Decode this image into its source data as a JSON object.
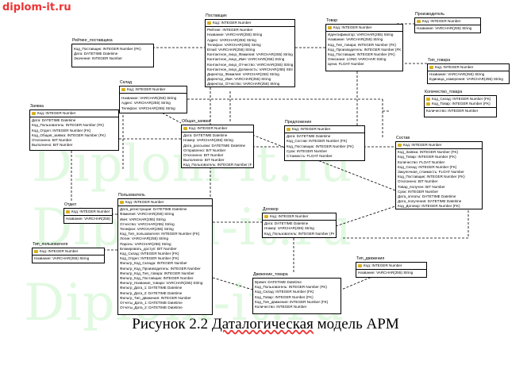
{
  "site_watermark": "diplom-it.ru",
  "background_watermark": "Diplom-it.ru",
  "caption": {
    "prefix": "Рисунок 2.2 ",
    "word": "Даталогическая",
    "suffix": " модель АРМ"
  },
  "entities": [
    {
      "id": "reiting",
      "title": "Рейтинг_поставщика",
      "pk": [],
      "attrs": [
        "Код_Поставщик: INTEGER Number (FK)",
        "Дата: DATETIME Datetime",
        "Значение: INTEGER Number"
      ]
    },
    {
      "id": "postavshik",
      "title": "Поставщик",
      "pk": [
        "Код: INTEGER Number"
      ],
      "attrs": [
        "Рейтинг: INTEGER Number",
        "Название: VARCHAR(255) String",
        "Адрес: VARCHAR(255) String",
        "Телефон: VARCHAR(255) String",
        "Email: VARCHAR(255) String",
        "Контактное_лицо_Фамилия: VARCHAR(255) String",
        "Контактное_лицо_Имя: VARCHAR(255) String",
        "Контактное_лицо_Отчество: VARCHAR(255) String",
        "Контактное_лицо_Должность: VARCHAR(255) String",
        "Директор_Фамилия: VARCHAR(255) String",
        "Директор_Имя: VARCHAR(255) String",
        "Директор_Отчество: VARCHAR(255) String"
      ]
    },
    {
      "id": "tovar",
      "title": "Товар",
      "pk": [
        "Код: INTEGER Number"
      ],
      "attrs": [
        "Идентификатор: VARCHAR(255) String",
        "Название: VARCHAR(255) String",
        "Код_Тип_товара: INTEGER Number (FK)",
        "Код_Производитель: INTEGER Number (FK)",
        "Код_Поставщик: INTEGER Number (FK)",
        "Описание: LONG VARCHAR String",
        "Цена: FLOAT Number"
      ]
    },
    {
      "id": "proizvoditel",
      "title": "Производитель",
      "pk": [
        "Код: INTEGER Number"
      ],
      "attrs": [
        "Название: VARCHAR(255) String"
      ]
    },
    {
      "id": "tip_tovara",
      "title": "Тип_товара",
      "pk": [
        "Код: INTEGER Number"
      ],
      "attrs": [
        "Название: VARCHAR(255) String",
        "Единица_измерения: VARCHAR(255) String"
      ]
    },
    {
      "id": "sklad",
      "title": "Склад",
      "pk": [
        "Код: INTEGER Number"
      ],
      "attrs": [
        "Название: VARCHAR(255) String",
        "Адрес: VARCHAR(255) String",
        "Телефон: VARCHAR(255) String"
      ]
    },
    {
      "id": "kolichestvo",
      "title": "Количество_товара",
      "pk": [
        "Код_Склад: INTEGER Number (FK)",
        "Код_Товар: INTEGER Number (FK)"
      ],
      "attrs": [
        "Количество: INTEGER Number"
      ]
    },
    {
      "id": "zayavka",
      "title": "Заявка",
      "pk": [
        "Код: INTEGER Number"
      ],
      "attrs": [
        "Дата: DATETIME Datetime",
        "Код_Пользователь: INTEGER Number (FK)",
        "Код_Отдел: INTEGER Number (FK)",
        "Код_Общая_заявка: INTEGER Number (FK)",
        "Отклонено: BIT Number",
        "Выполнено: BIT Number"
      ]
    },
    {
      "id": "obshaya",
      "title": "Общая_заявка",
      "pk": [
        "Код: INTEGER Number"
      ],
      "attrs": [
        "Дата: DATETIME Datetime",
        "Номер: VARCHAR(255) String",
        "Дата_рассылки: DATETIME Datetime",
        "Отправлено: BIT Number",
        "Отклонено: BIT Number",
        "Выполнено: BIT Number",
        "Код_Пользователь: INTEGER Number (FK)"
      ]
    },
    {
      "id": "predlozhenie",
      "title": "Предложение",
      "pk": [
        "Код: INTEGER Number"
      ],
      "attrs": [
        "Дата: DATETIME Datetime",
        "Код_Состав: INTEGER Number (FK)",
        "Код_Поставщик: INTEGER Number (FK)",
        "Срок: INTEGER Number",
        "Стоимость: FLOAT Number"
      ]
    },
    {
      "id": "sostav",
      "title": "Состав",
      "pk": [
        "Код: INTEGER Number"
      ],
      "attrs": [
        "Код_Заявка: INTEGER Number (FK)",
        "Код_Товар: INTEGER Number (FK)",
        "Количество: FLOAT Number",
        "Код_Склад: INTEGER Number (FK)",
        "Закупочная_стоимость: FLOAT Number",
        "Код_Поставщик: INTEGER Number (FK)",
        "Отклонено: BIT Number",
        "Товар_получен: BIT Number",
        "Срок: INTEGER Number",
        "Дата_оплаты: DATETIME Datetime",
        "Дата_получения: DATETIME Datetime",
        "Код_Договор: INTEGER Number (FK)"
      ]
    },
    {
      "id": "otdel",
      "title": "Отдел",
      "pk": [
        "Код: INTEGER Number"
      ],
      "attrs": [
        "Название: VARCHAR(255) String"
      ]
    },
    {
      "id": "polzovatel",
      "title": "Пользователь",
      "pk": [
        "Код: INTEGER Number"
      ],
      "attrs": [
        "Дата_регистрации: DATETIME Datetime",
        "Фамилия: VARCHAR(255) String",
        "Имя: VARCHAR(255) String",
        "Отчество: VARCHAR(255) String",
        "Телефон: VARCHAR(255) String",
        "Код_Тип_пользователя: INTEGER Number (FK)",
        "Логин: VARCHAR(255) String",
        "Пароль: VARCHAR(255) String",
        "Блокировать_доступ: BIT Number",
        "Код_Склад: INTEGER Number (FK)",
        "Код_Отдел: INTEGER Number (FK)",
        "Фильтр_Код_Склада: INTEGER Number",
        "Фильтр_Код_Производитель: INTEGER Number",
        "Фильтр_Код_Тип_товара: INTEGER Number",
        "Фильтр_Код_Поставщик: INTEGER Number",
        "Фильтр_Название_товара: VARCHAR(255) String",
        "Фильтр_Дата_1: DATETIME Datetime",
        "Фильтр_Дата_2: DATETIME Datetime",
        "Фильтр_Тип_движения: INTEGER Number",
        "Отчеты_Дата_1: DATETIME Datetime",
        "Отчеты_Дата_2: DATETIME Datetime"
      ]
    },
    {
      "id": "tip_polz",
      "title": "Тип_пользователя",
      "pk": [
        "Код: INTEGER Number"
      ],
      "attrs": [
        "Название: VARCHAR(255) String"
      ]
    },
    {
      "id": "dogovor",
      "title": "Договор",
      "pk": [
        "Код: INTEGER Number"
      ],
      "attrs": [
        "Дата: DATETIME Datetime",
        "Номер: VARCHAR(255) String",
        "Код_Пользователь: INTEGER Number (FK)"
      ]
    },
    {
      "id": "tip_dvizh",
      "title": "Тип_движения",
      "pk": [
        "Код: INTEGER Number"
      ],
      "attrs": [
        "Название: VARCHAR(255) String"
      ]
    },
    {
      "id": "dvizhenie",
      "title": "Движение_товара",
      "pk": [],
      "attrs": [
        "Время: DATETIME Datetime",
        "Код_Пользователь: INTEGER Number (FK)",
        "Код_Склад: INTEGER Number (FK)",
        "Код_Товар: INTEGER Number (FK)",
        "Код_Тип_движения: INTEGER Number (FK)",
        "Количество: INTEGER Number"
      ]
    }
  ]
}
